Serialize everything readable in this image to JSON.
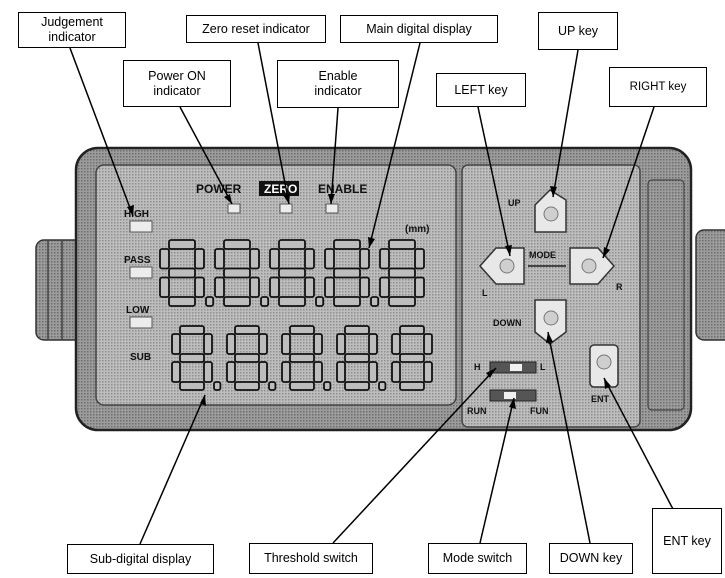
{
  "device": {
    "body_color": "#8a8a8a",
    "panel_color": "#a5a5a5",
    "segment_color": "#bdbdbd",
    "indicator_power": "POWER",
    "indicator_zero": "ZERO",
    "indicator_enable": "ENABLE",
    "judge_high": "HIGH",
    "judge_pass": "PASS",
    "judge_low": "LOW",
    "sub_label": "SUB",
    "unit": "(mm)",
    "key_up": "UP",
    "key_mode": "MODE",
    "key_down": "DOWN",
    "key_ent": "ENT",
    "key_left_letter": "L",
    "key_right_letter": "R",
    "switch_h": "H",
    "switch_l": "L",
    "switch_run": "RUN",
    "switch_fun": "FUN"
  },
  "callouts": {
    "judgement_indicator": "Judgement\nindicator",
    "zero_reset_indicator": "Zero reset indicator",
    "main_digital_display": "Main digital display",
    "up_key": "UP key",
    "power_on_indicator": "Power ON\nindicator",
    "enable_indicator": "Enable\nindicator",
    "left_key": "LEFT key",
    "right_key": "RIGHT key",
    "sub_digital_display": "Sub-digital display",
    "threshold_switch": "Threshold switch",
    "mode_switch": "Mode switch",
    "down_key": "DOWN key",
    "ent_key": "ENT key"
  }
}
